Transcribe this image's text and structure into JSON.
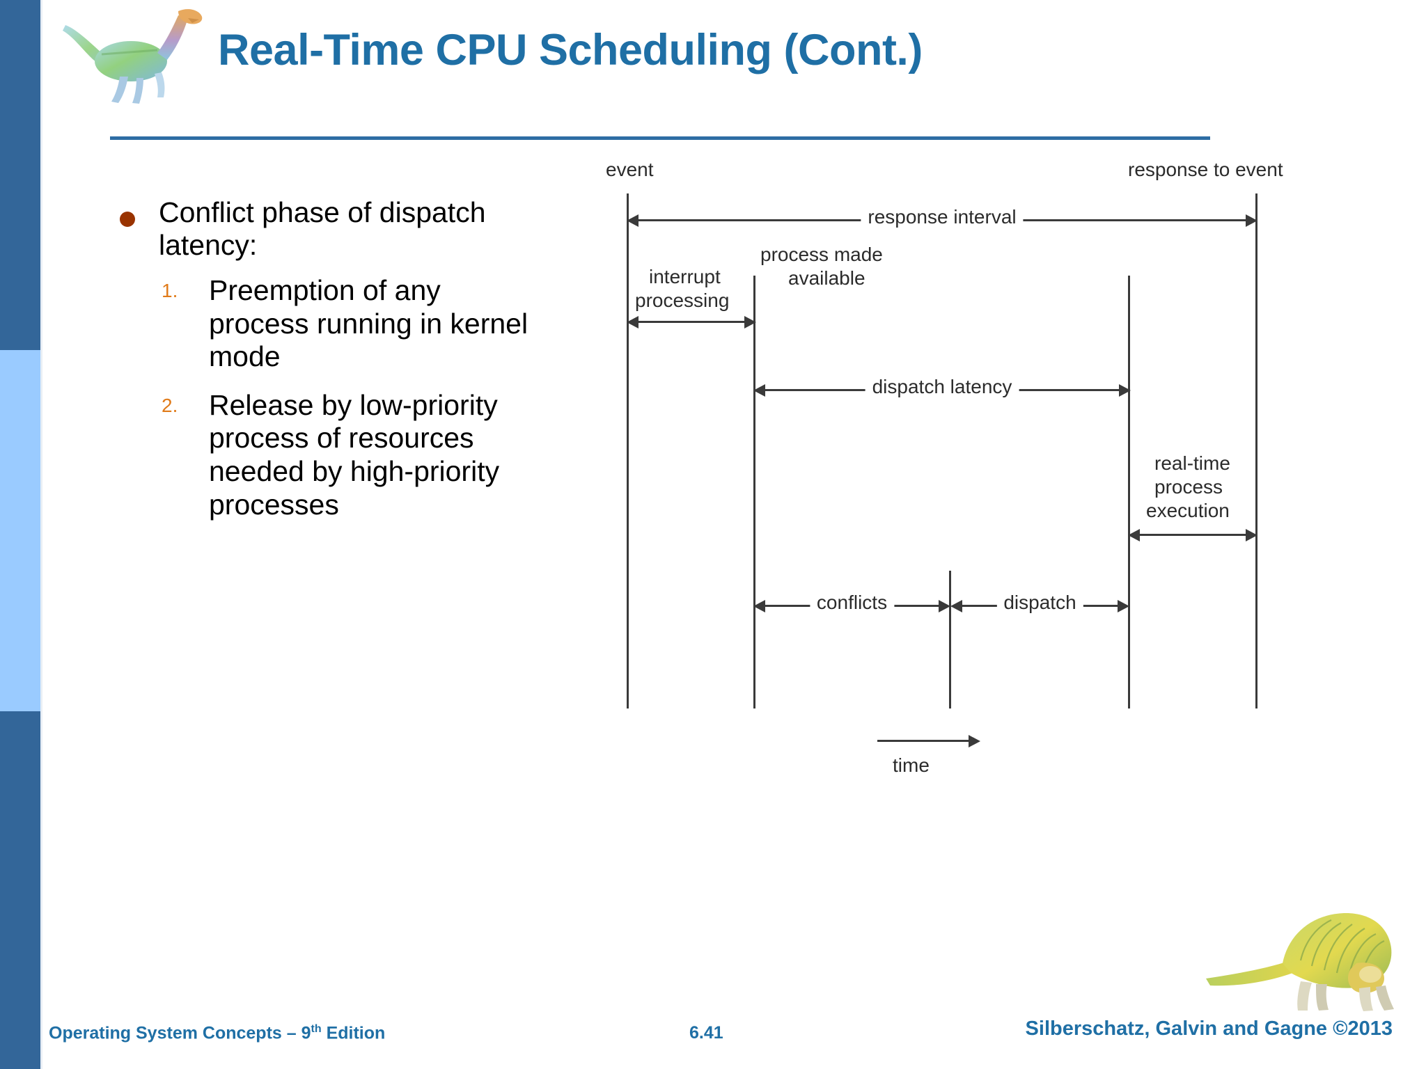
{
  "slide": {
    "title": "Real-Time CPU Scheduling (Cont.)",
    "accent_color": "#1F6FA5",
    "rail_dark_color": "#336699",
    "rail_light_color": "#9ACBFF",
    "bullet_color": "#993300",
    "number_color": "#E07B1A"
  },
  "logo": {
    "top_icon_name": "dinosaur-logo",
    "bottom_icon_name": "dinosaur-illustration"
  },
  "content": {
    "bullet": "Conflict phase of dispatch latency:",
    "numbered": [
      {
        "num": "1.",
        "text": "Preemption of any process running in kernel mode"
      },
      {
        "num": "2.",
        "text": "Release by low-priority process of resources needed by high-priority processes"
      }
    ]
  },
  "diagram": {
    "labels": {
      "event": "event",
      "response_to_event": "response to event",
      "response_interval": "response interval",
      "process_made_available": "process made\navailable",
      "process_made_available_l1": "process made",
      "process_made_available_l2": "available",
      "interrupt_processing_l1": "interrupt",
      "interrupt_processing_l2": "processing",
      "dispatch_latency": "dispatch latency",
      "real_time_l1": "real-time",
      "real_time_l2": "process",
      "real_time_l3": "execution",
      "conflicts": "conflicts",
      "dispatch": "dispatch",
      "time": "time"
    }
  },
  "footer": {
    "left_pre": "Operating System Concepts – 9",
    "left_sup": "th",
    "left_post": " Edition",
    "page": "6.41",
    "right": "Silberschatz, Galvin and Gagne ©2013"
  }
}
